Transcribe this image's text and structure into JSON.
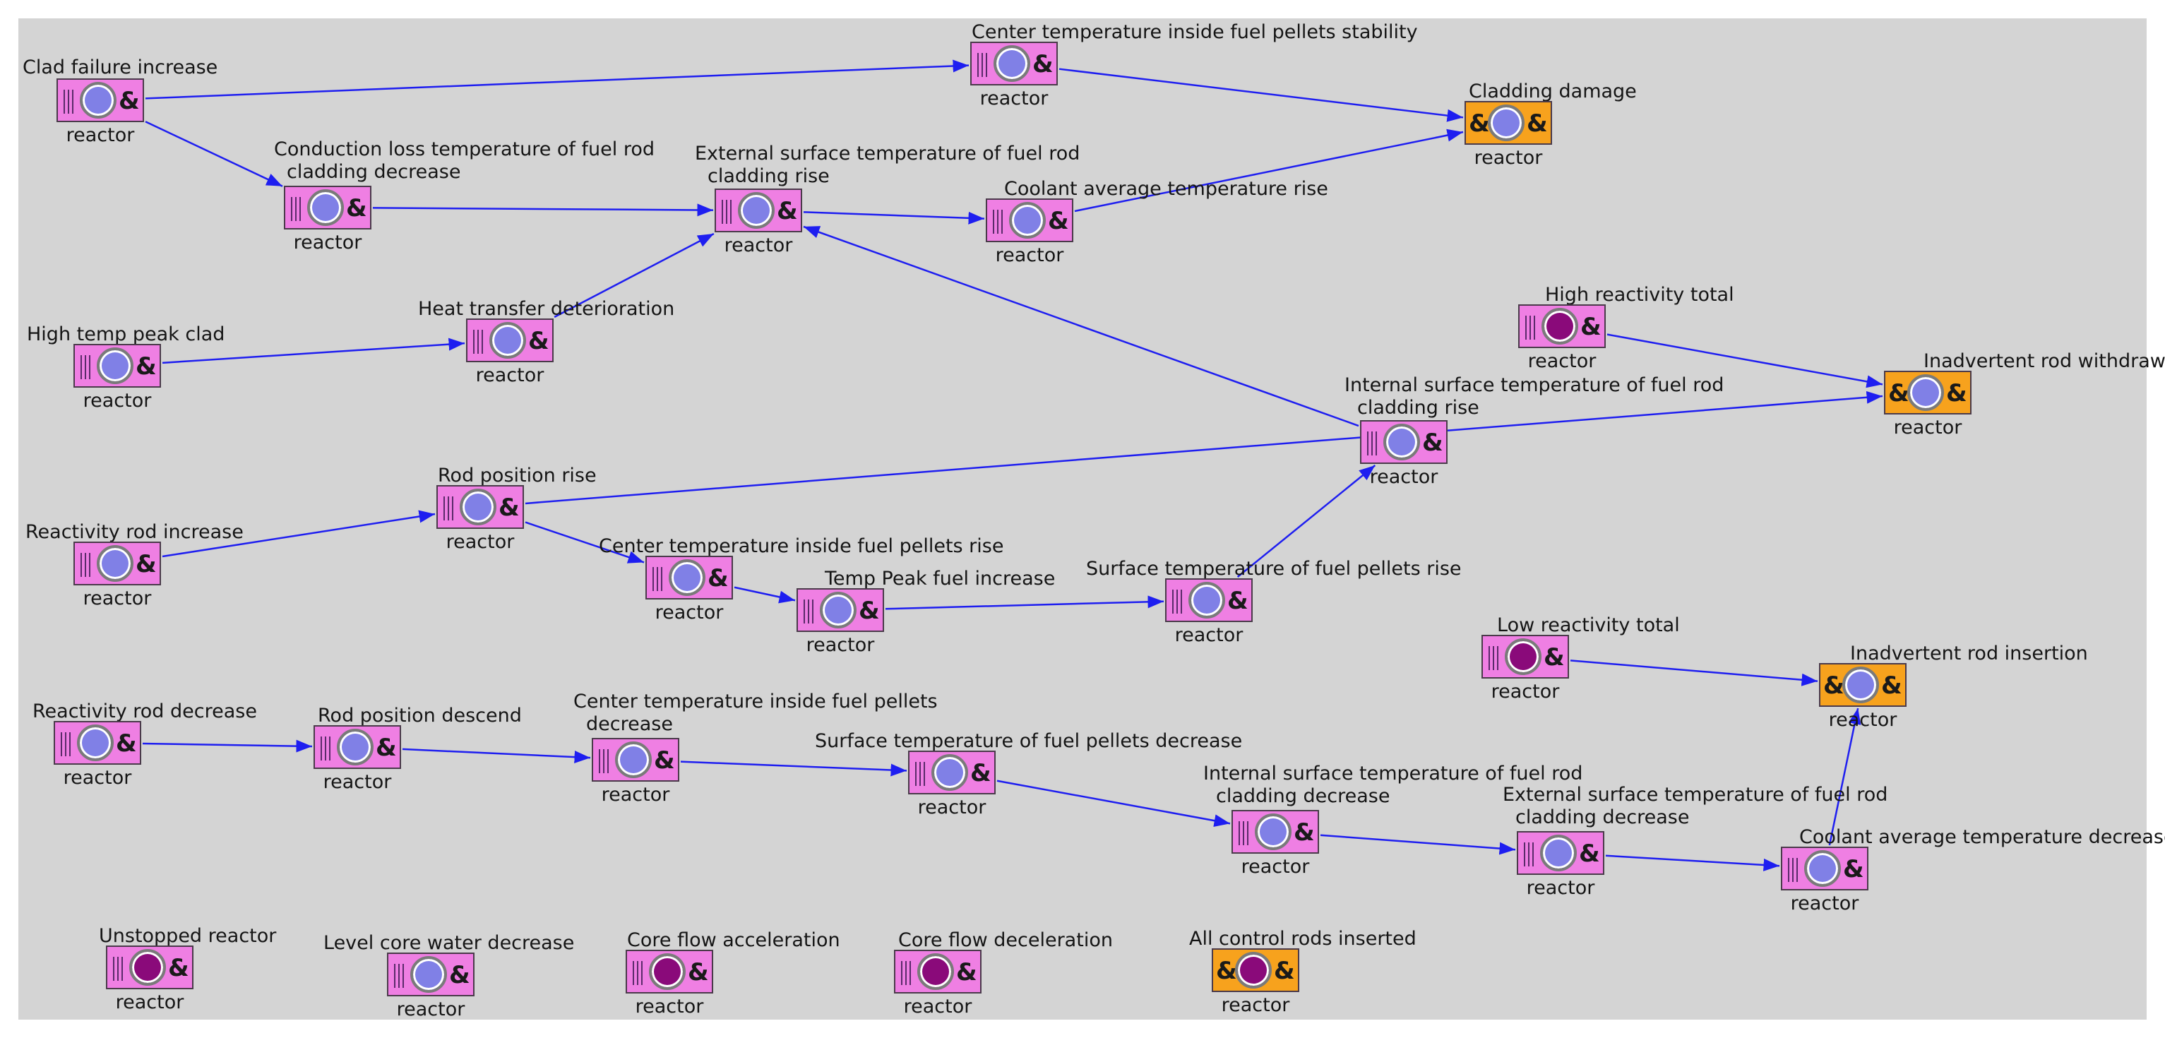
{
  "nodes": [
    {
      "id": "clad_failure",
      "title": [
        "Clad failure increase"
      ],
      "sub": "reactor",
      "style": "pink",
      "state": "blue"
    },
    {
      "id": "center_temp_stability",
      "title": [
        "Center temperature inside fuel pellets stability"
      ],
      "sub": "reactor",
      "style": "pink",
      "state": "blue"
    },
    {
      "id": "cladding_damage",
      "title": [
        "Cladding damage"
      ],
      "sub": "reactor",
      "style": "orange",
      "state": "blue"
    },
    {
      "id": "conduction_loss",
      "title": [
        "Conduction loss temperature of fuel rod",
        "cladding decrease"
      ],
      "sub": "reactor",
      "style": "pink",
      "state": "blue"
    },
    {
      "id": "ext_surface_rise",
      "title": [
        "External surface temperature of fuel rod",
        "cladding rise"
      ],
      "sub": "reactor",
      "style": "pink",
      "state": "blue"
    },
    {
      "id": "coolant_rise",
      "title": [
        "Coolant average temperature rise"
      ],
      "sub": "reactor",
      "style": "pink",
      "state": "blue"
    },
    {
      "id": "high_temp_peak",
      "title": [
        "High temp peak clad"
      ],
      "sub": "reactor",
      "style": "pink",
      "state": "blue"
    },
    {
      "id": "heat_transfer",
      "title": [
        "Heat transfer deterioration"
      ],
      "sub": "reactor",
      "style": "pink",
      "state": "blue"
    },
    {
      "id": "high_reactivity",
      "title": [
        "High reactivity total"
      ],
      "sub": "reactor",
      "style": "pink",
      "state": "purple"
    },
    {
      "id": "inadvertent_withdrawal",
      "title": [
        "Inadvertent rod withdrawal"
      ],
      "sub": "reactor",
      "style": "orange",
      "state": "blue"
    },
    {
      "id": "int_surface_rise",
      "title": [
        "Internal surface temperature of fuel rod",
        "cladding rise"
      ],
      "sub": "reactor",
      "style": "pink",
      "state": "blue"
    },
    {
      "id": "rod_position_rise",
      "title": [
        "Rod position rise"
      ],
      "sub": "reactor",
      "style": "pink",
      "state": "blue"
    },
    {
      "id": "reactivity_rod_increase",
      "title": [
        "Reactivity rod increase"
      ],
      "sub": "reactor",
      "style": "pink",
      "state": "blue"
    },
    {
      "id": "center_temp_rise",
      "title": [
        "Center temperature inside fuel pellets rise"
      ],
      "sub": "reactor",
      "style": "pink",
      "state": "blue"
    },
    {
      "id": "temp_peak_fuel",
      "title": [
        "Temp Peak fuel increase"
      ],
      "sub": "reactor",
      "style": "pink",
      "state": "blue"
    },
    {
      "id": "surface_pellets_rise",
      "title": [
        "Surface temperature of fuel pellets rise"
      ],
      "sub": "reactor",
      "style": "pink",
      "state": "blue"
    },
    {
      "id": "low_reactivity",
      "title": [
        "Low reactivity total"
      ],
      "sub": "reactor",
      "style": "pink",
      "state": "purple"
    },
    {
      "id": "inadvertent_insertion",
      "title": [
        "Inadvertent rod insertion"
      ],
      "sub": "reactor",
      "style": "orange",
      "state": "blue"
    },
    {
      "id": "reactivity_rod_decrease",
      "title": [
        "Reactivity rod decrease"
      ],
      "sub": "reactor",
      "style": "pink",
      "state": "blue"
    },
    {
      "id": "rod_position_descend",
      "title": [
        "Rod position descend"
      ],
      "sub": "reactor",
      "style": "pink",
      "state": "blue"
    },
    {
      "id": "center_temp_decrease",
      "title": [
        "Center temperature inside fuel pellets",
        "decrease"
      ],
      "sub": "reactor",
      "style": "pink",
      "state": "blue"
    },
    {
      "id": "surface_pellets_decrease",
      "title": [
        "Surface temperature of fuel pellets decrease"
      ],
      "sub": "reactor",
      "style": "pink",
      "state": "blue"
    },
    {
      "id": "int_surface_decrease",
      "title": [
        "Internal surface temperature of fuel rod",
        "cladding decrease"
      ],
      "sub": "reactor",
      "style": "pink",
      "state": "blue"
    },
    {
      "id": "ext_surface_decrease",
      "title": [
        "External surface temperature of fuel rod",
        "cladding decrease"
      ],
      "sub": "reactor",
      "style": "pink",
      "state": "blue"
    },
    {
      "id": "coolant_decrease",
      "title": [
        "Coolant average temperature decrease"
      ],
      "sub": "reactor",
      "style": "pink",
      "state": "blue"
    },
    {
      "id": "unstopped_reactor",
      "title": [
        "Unstopped reactor"
      ],
      "sub": "reactor",
      "style": "pink",
      "state": "purple"
    },
    {
      "id": "level_core_water",
      "title": [
        "Level core water decrease"
      ],
      "sub": "reactor",
      "style": "pink",
      "state": "blue"
    },
    {
      "id": "core_flow_accel",
      "title": [
        "Core flow acceleration"
      ],
      "sub": "reactor",
      "style": "pink",
      "state": "purple"
    },
    {
      "id": "core_flow_decel",
      "title": [
        "Core flow deceleration"
      ],
      "sub": "reactor",
      "style": "pink",
      "state": "purple"
    },
    {
      "id": "all_rods_inserted",
      "title": [
        "All control rods inserted"
      ],
      "sub": "reactor",
      "style": "orange",
      "state": "purple"
    }
  ],
  "edges": [
    [
      "clad_failure",
      "center_temp_stability"
    ],
    [
      "clad_failure",
      "conduction_loss"
    ],
    [
      "center_temp_stability",
      "cladding_damage"
    ],
    [
      "coolant_rise",
      "cladding_damage"
    ],
    [
      "conduction_loss",
      "ext_surface_rise"
    ],
    [
      "heat_transfer",
      "ext_surface_rise"
    ],
    [
      "ext_surface_rise",
      "coolant_rise"
    ],
    [
      "int_surface_rise",
      "ext_surface_rise"
    ],
    [
      "high_temp_peak",
      "heat_transfer"
    ],
    [
      "high_reactivity",
      "inadvertent_withdrawal"
    ],
    [
      "rod_position_rise",
      "inadvertent_withdrawal"
    ],
    [
      "reactivity_rod_increase",
      "rod_position_rise"
    ],
    [
      "rod_position_rise",
      "center_temp_rise"
    ],
    [
      "center_temp_rise",
      "temp_peak_fuel"
    ],
    [
      "temp_peak_fuel",
      "surface_pellets_rise"
    ],
    [
      "surface_pellets_rise",
      "int_surface_rise"
    ],
    [
      "low_reactivity",
      "inadvertent_insertion"
    ],
    [
      "reactivity_rod_decrease",
      "rod_position_descend"
    ],
    [
      "rod_position_descend",
      "center_temp_decrease"
    ],
    [
      "center_temp_decrease",
      "surface_pellets_decrease"
    ],
    [
      "surface_pellets_decrease",
      "int_surface_decrease"
    ],
    [
      "int_surface_decrease",
      "ext_surface_decrease"
    ],
    [
      "ext_surface_decrease",
      "coolant_decrease"
    ],
    [
      "coolant_decrease",
      "inadvertent_insertion"
    ]
  ],
  "colors": {
    "canvas": "#d4d4d4",
    "edge": "#1e1ef0",
    "pink_box": "#ef7fe3",
    "orange_box": "#f7a21d",
    "blue_state": "#8080e6",
    "purple_state": "#8a0a7a"
  }
}
